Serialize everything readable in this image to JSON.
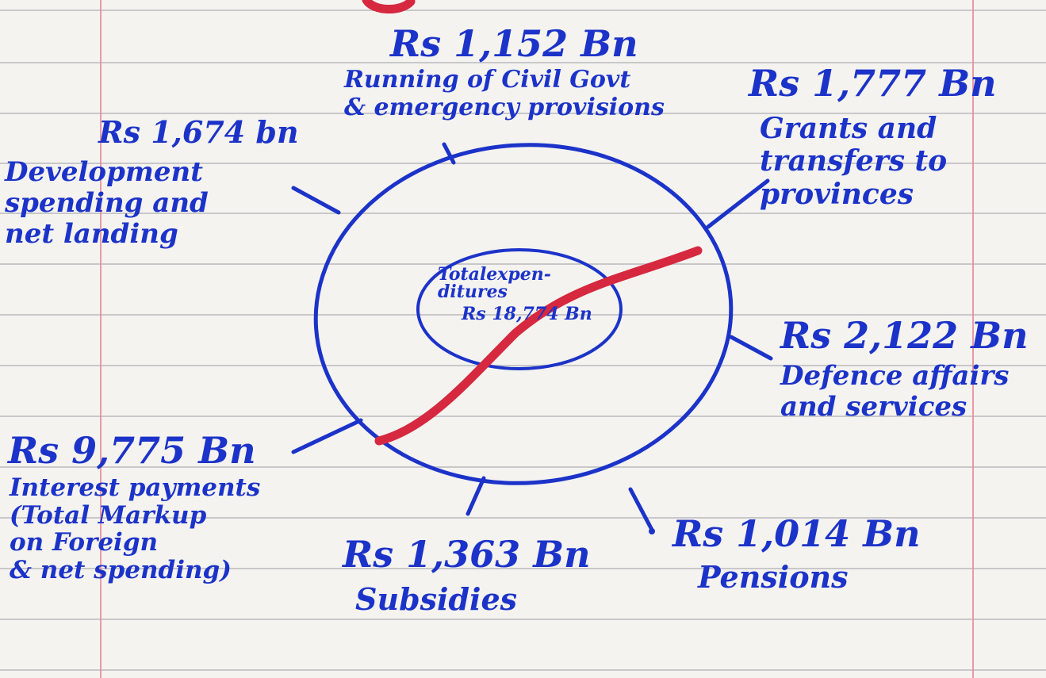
{
  "center": {
    "label": "Totalexpen-\nditures",
    "amount": "Rs 18,774 Bn"
  },
  "items": [
    {
      "id": "civil-govt",
      "amount": "Rs 1,152 Bn",
      "description": "Running of Civil Govt\n& emergency provisions"
    },
    {
      "id": "grants",
      "amount": "Rs 1,777 Bn",
      "description": "Grants and\ntransfers to\nprovinces"
    },
    {
      "id": "development",
      "amount": "Rs 1,674 bn",
      "description": "Development\nspending and\nnet landing"
    },
    {
      "id": "defence",
      "amount": "Rs 2,122 Bn",
      "description": "Defence affairs\nand services"
    },
    {
      "id": "interest",
      "amount": "Rs 9,775 Bn",
      "description": "Interest payments\n(Total Markup\non Foreign\n& net spending)"
    },
    {
      "id": "subsidies",
      "amount": "Rs 1,363 Bn",
      "description": "Subsidies"
    },
    {
      "id": "pensions",
      "amount": "Rs 1,014 Bn",
      "description": "Pensions"
    }
  ],
  "colors": {
    "ink": "#1c33c9",
    "correction_mark": "#d6283e",
    "paper": "#f4f3ef",
    "rule": "#b9b9bd",
    "margin": "#e88a9b"
  }
}
